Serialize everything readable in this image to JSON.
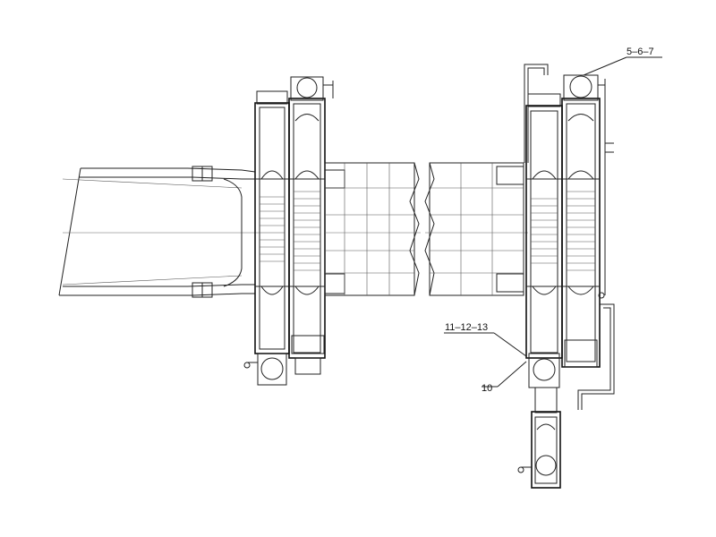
{
  "drawing": {
    "callouts": {
      "c1": "5–6–7",
      "c2": "11–12–13",
      "c3": "10"
    }
  }
}
